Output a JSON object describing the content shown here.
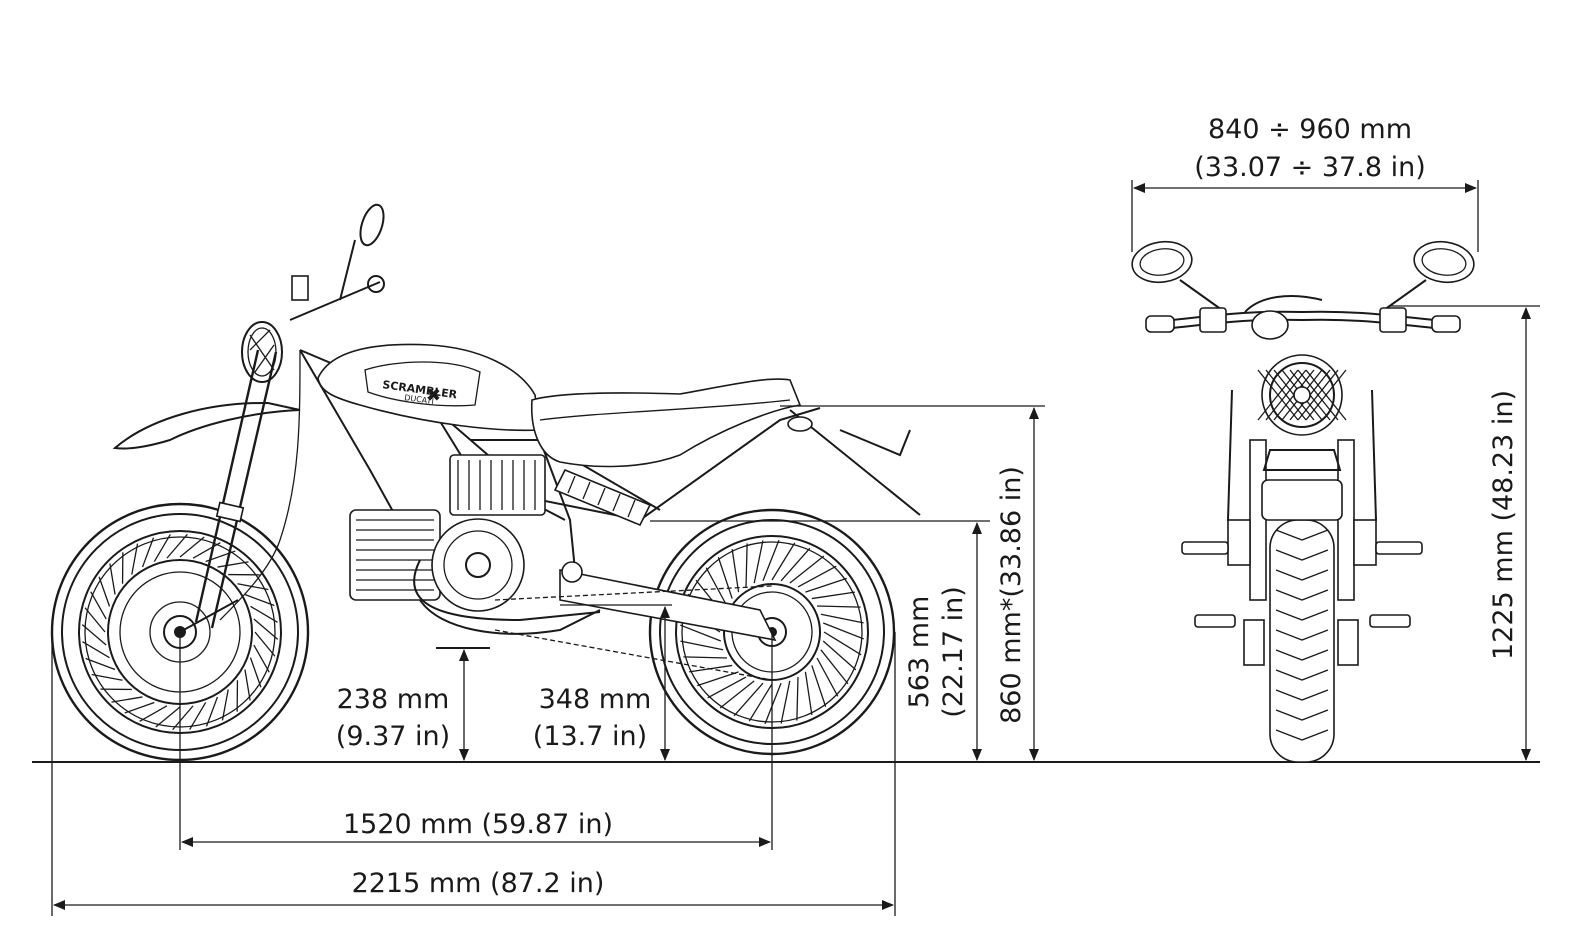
{
  "tank_logo": {
    "brand_line1": "SCRAMBLER",
    "brand_line2": "DUCATI"
  },
  "dimensions": {
    "handlebar_width": {
      "mm": "840 ÷ 960 mm",
      "in": "(33.07 ÷ 37.8 in)"
    },
    "overall_height": {
      "text": "1225 mm (48.23 in)"
    },
    "seat_height": {
      "text": "860 mm*(33.86 in)"
    },
    "footpeg_height": {
      "mm": "563 mm",
      "in": "(22.17 in)"
    },
    "ground_clearance": {
      "mm": "238 mm",
      "in": "(9.37 in)"
    },
    "swingarm_pivot_height": {
      "mm": "348 mm",
      "in": "(13.7 in)"
    },
    "wheelbase": {
      "text": "1520 mm (59.87 in)"
    },
    "overall_length": {
      "text": "2215 mm (87.2 in)"
    }
  },
  "colors": {
    "line": "#1a1a1a",
    "background": "#ffffff"
  }
}
